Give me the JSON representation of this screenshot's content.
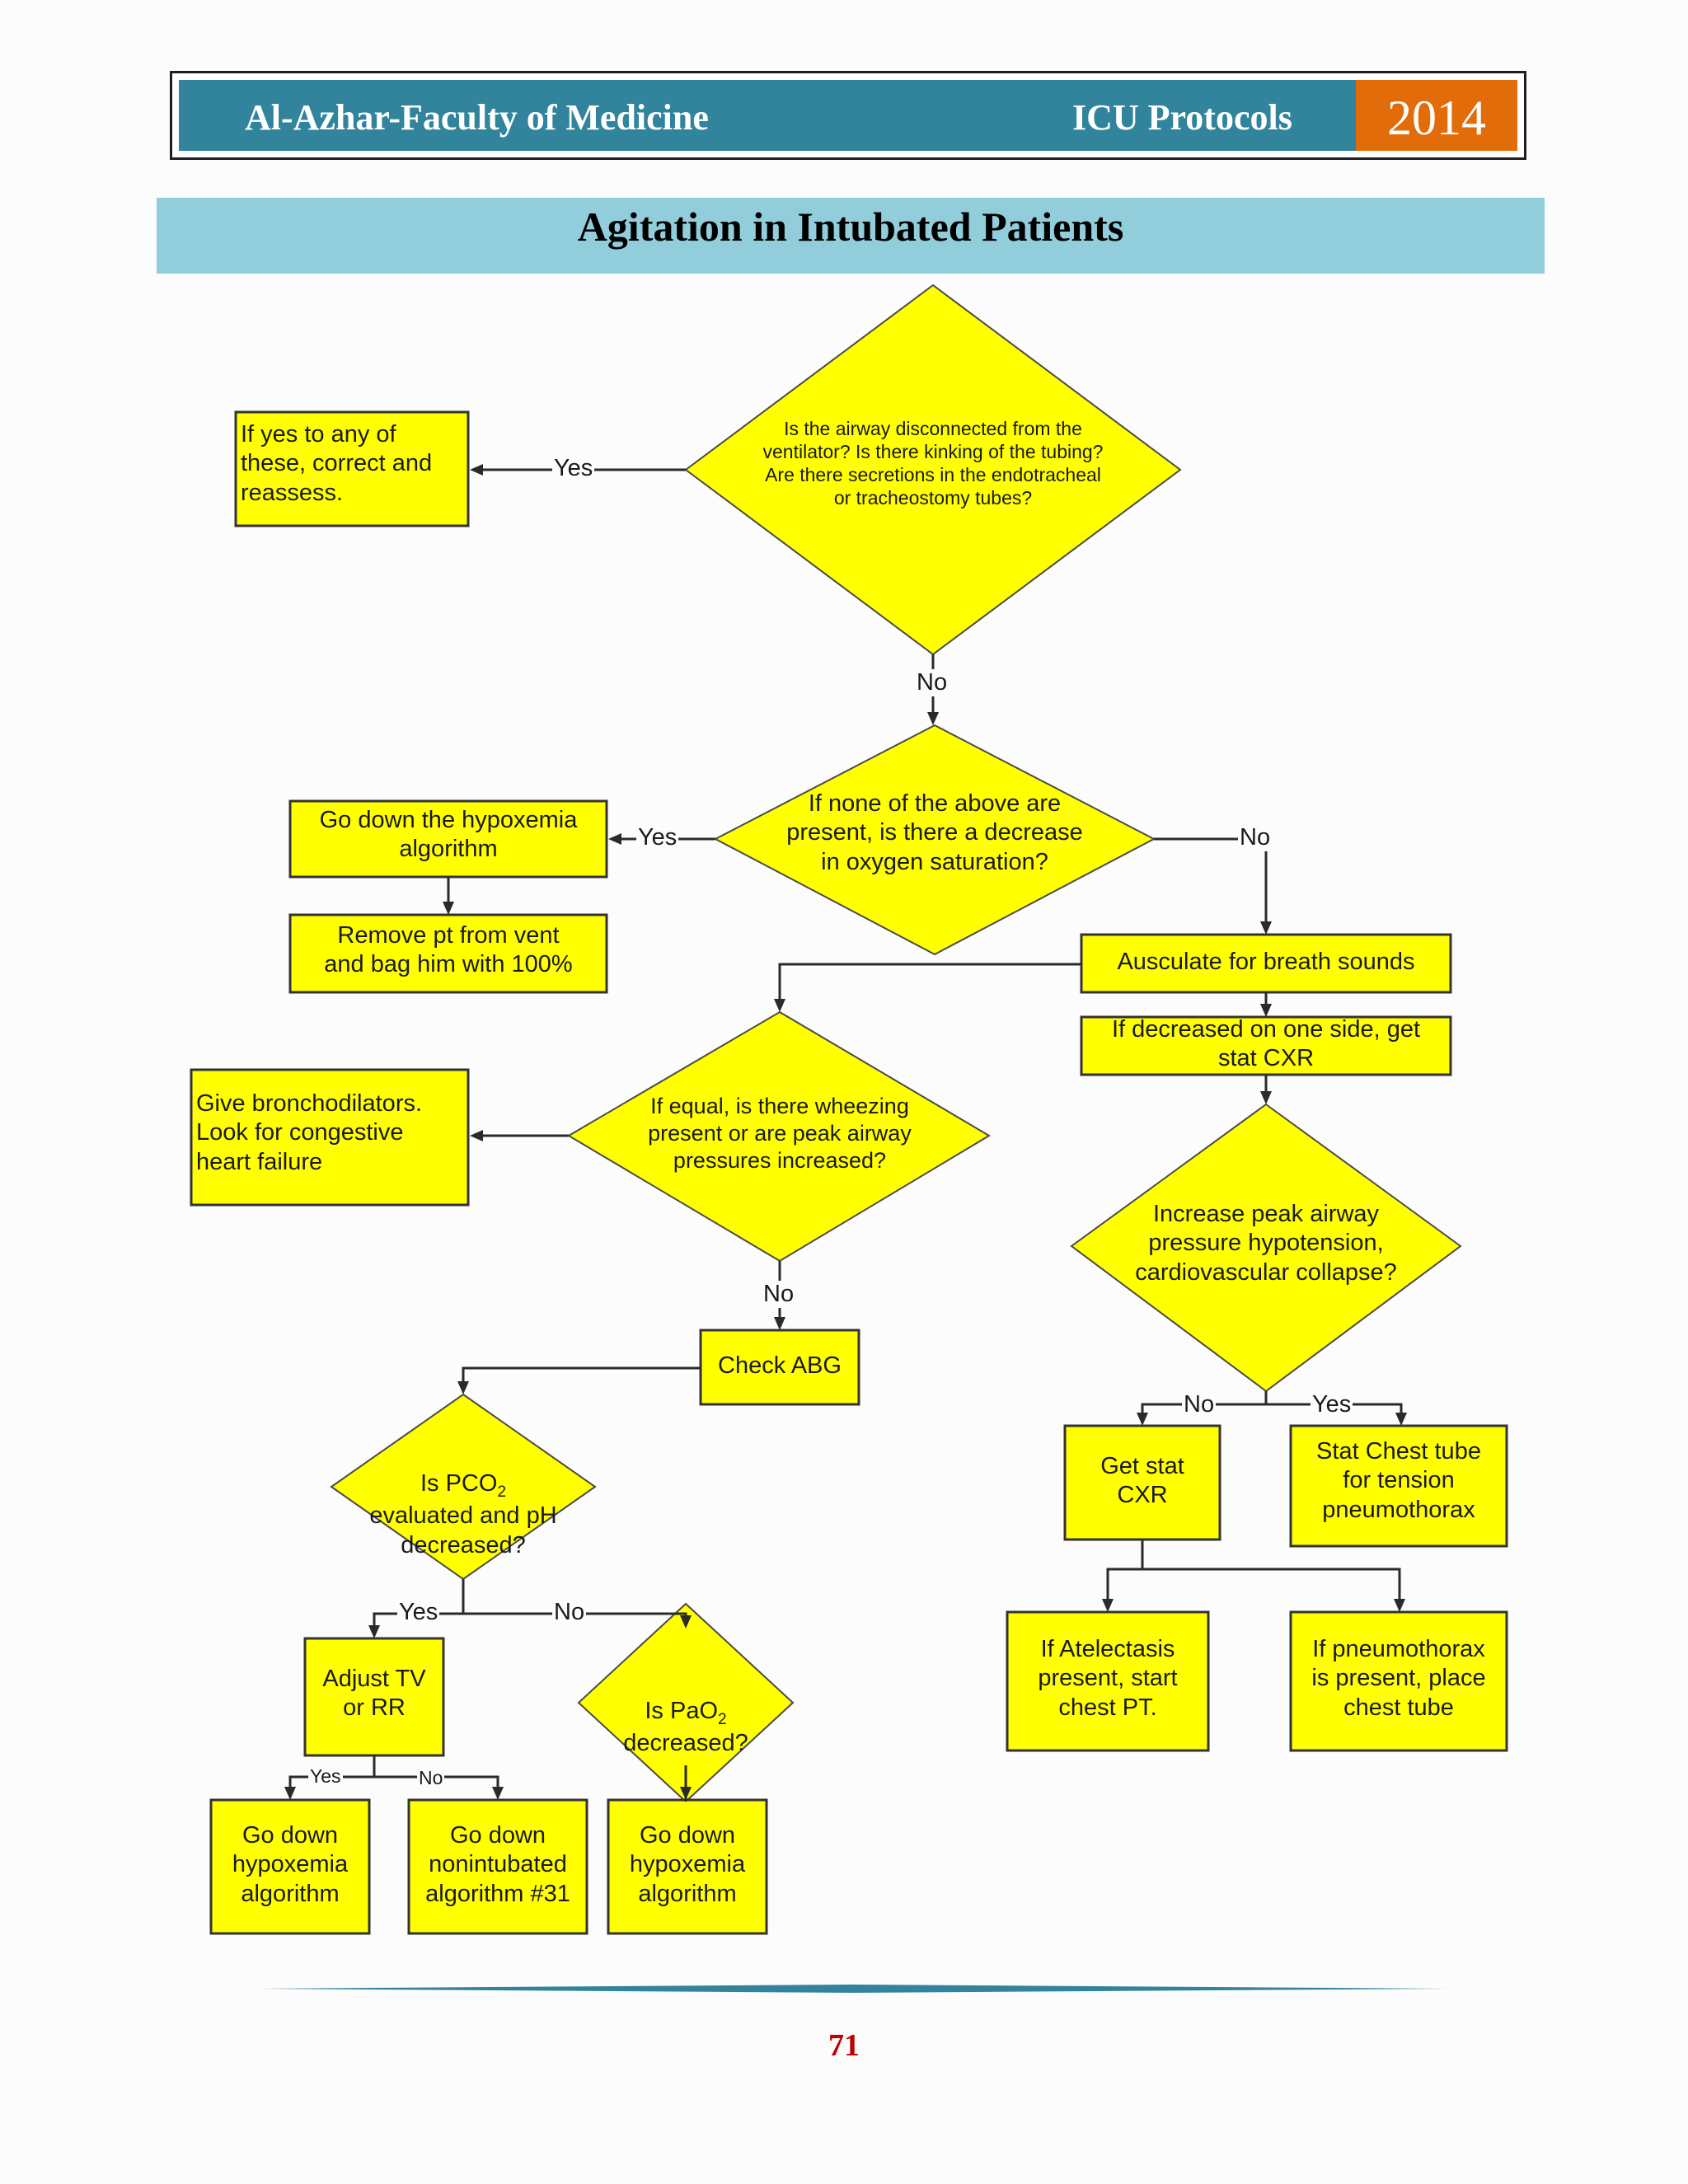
{
  "header": {
    "institution": "Al-Azhar-Faculty of Medicine",
    "book": "ICU Protocols",
    "year": "2014"
  },
  "title": "Agitation in Intubated Patients",
  "nodes": {
    "q_airway": "Is the airway disconnected from the\nventilator? Is there kinking of the tubing?\nAre there secretions in the endotracheal\nor tracheostomy tubes?",
    "correct_reassess": "If yes to any of\nthese, correct and\nreassess.",
    "q_o2sat": "If none of the above are\npresent, is there a decrease\nin oxygen saturation?",
    "hypoxemia_top": "Go down the hypoxemia\nalgorithm",
    "remove_pt": "Remove pt from vent\nand bag him with 100%",
    "auscultate": "Ausculate for breath sounds",
    "decreased_side": "If decreased on one side, get\nstat CXR",
    "q_wheezing": "If equal, is there wheezing\npresent or are peak airway\npressures increased?",
    "bronchodilators": "Give bronchodilators.\nLook for congestive\nheart failure",
    "q_peak_pressure": "Increase peak airway\npressure hypotension,\ncardiovascular collapse?",
    "check_abg": "Check ABG",
    "stat_cxr": "Get stat\nCXR",
    "chest_tube": "Stat Chest tube\nfor tension\npneumothorax",
    "q_pco2_prefix": "Is PCO",
    "q_pco2_sub": "2",
    "q_pco2_rest": "evaluated and pH\ndecreased?",
    "atelectasis": "If Atelectasis\npresent, start\nchest PT.",
    "pneumothorax": "If pneumothorax\nis present, place\nchest tube",
    "adjust_tv": "Adjust TV\nor RR",
    "q_pao2_prefix": "Is PaO",
    "q_pao2_sub": "2",
    "q_pao2_rest": "decreased?",
    "hypoxemia_a": "Go down\nhypoxemia\nalgorithm",
    "nonintubated": "Go down\nnonintubated\nalgorithm #31",
    "hypoxemia_b": "Go down\nhypoxemia\nalgorithm"
  },
  "labels": {
    "yes": "Yes",
    "no": "No"
  },
  "footer": {
    "page_number": "71"
  },
  "colors": {
    "header_teal": "#31849b",
    "year_orange": "#e36c0a",
    "title_band": "#92cddc",
    "node_fill": "#ffff00",
    "page_number": "#c00000"
  }
}
